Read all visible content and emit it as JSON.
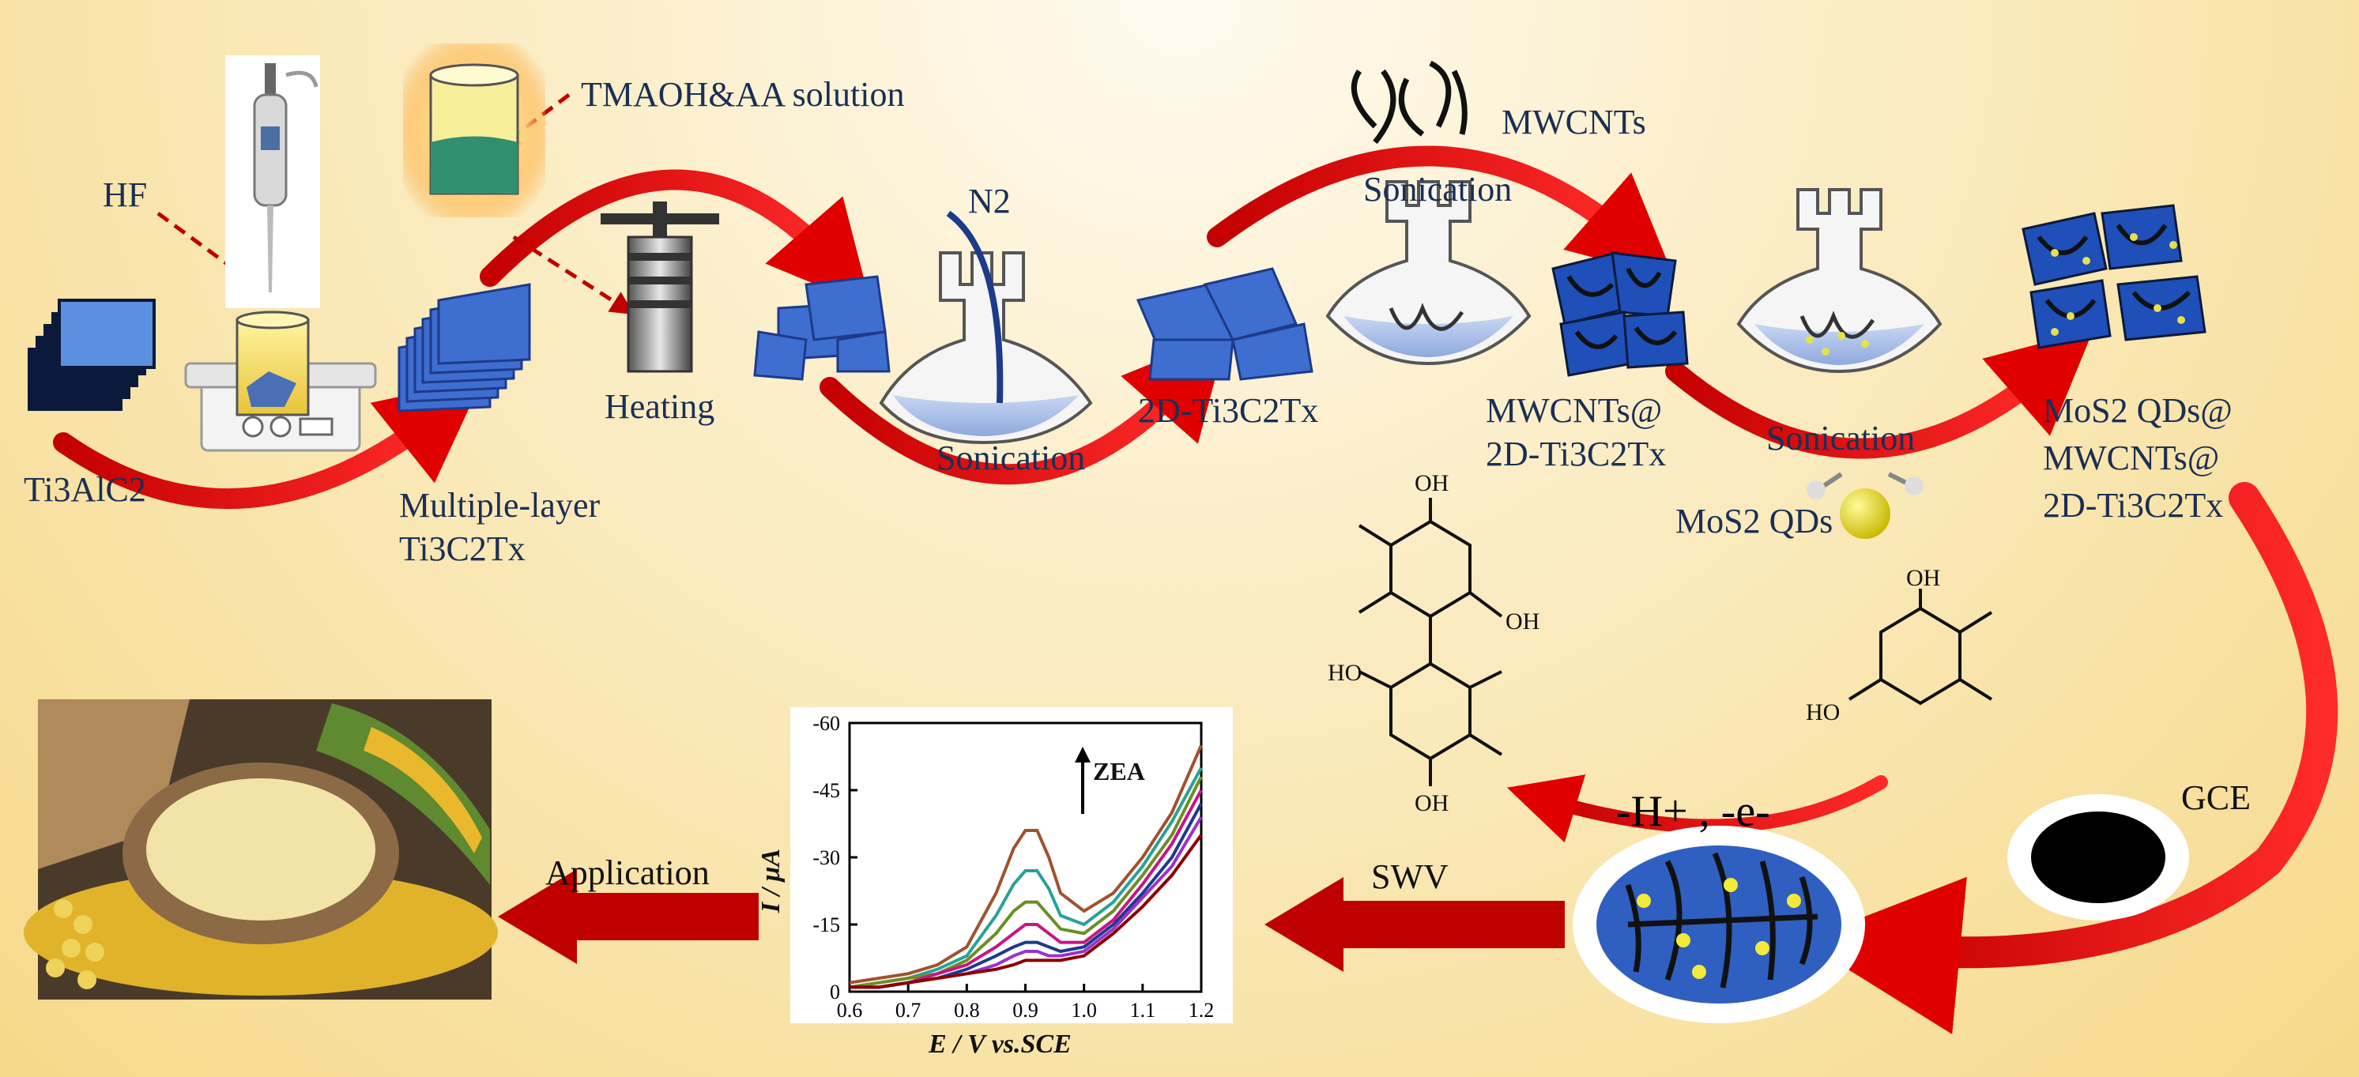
{
  "labels": {
    "hf": "HF",
    "tmaoh": "TMAOH&AA solution",
    "ti3alc2": "Ti3AlC2",
    "multilayer_line1": "Multiple-layer",
    "multilayer_line2": "Ti3C2Tx",
    "heating": "Heating",
    "n2": "N2",
    "sonication_1": "Sonication",
    "ti3c2tx_2d": "2D-Ti3C2Tx",
    "mwcnts": "MWCNTs",
    "sonication_2": "Sonication",
    "mwcnts_at_line1": "MWCNTs@",
    "mwcnts_at_line2": "2D-Ti3C2Tx",
    "sonication_3": "Sonication",
    "mos2_qds": "MoS2 QDs",
    "mos2_at_line1": "MoS2 QDs@",
    "mos2_at_line2": "MWCNTs@",
    "mos2_at_line3": "2D-Ti3C2Tx",
    "gce": "GCE",
    "swv": "SWV",
    "application": "Application",
    "reaction": "-H+ , -e-",
    "oh1": "OH",
    "oh2": "OH",
    "oh3": "HO",
    "oh4": "OH",
    "oh5": "OH",
    "oh6": "HO"
  },
  "chart_data": {
    "type": "line",
    "xlabel": "E / V vs.SCE",
    "ylabel": "I / μA",
    "xlim": [
      0.6,
      1.2
    ],
    "ylim": [
      0,
      -60
    ],
    "xticks": [
      "0.6",
      "0.7",
      "0.8",
      "0.9",
      "1.0",
      "1.1",
      "1.2"
    ],
    "yticks": [
      "-60",
      "-45",
      "-30",
      "-15",
      "0"
    ],
    "annotation": "ZEA",
    "x": [
      0.6,
      0.65,
      0.7,
      0.75,
      0.8,
      0.85,
      0.88,
      0.9,
      0.92,
      0.94,
      0.96,
      1.0,
      1.05,
      1.1,
      1.15,
      1.2
    ],
    "series": [
      {
        "color": "#a0522d",
        "values": [
          -2,
          -3,
          -4,
          -6,
          -10,
          -22,
          -32,
          -36,
          -36,
          -30,
          -22,
          -18,
          -22,
          -30,
          -40,
          -55
        ]
      },
      {
        "color": "#2aa198",
        "values": [
          -1,
          -2,
          -3,
          -5,
          -8,
          -17,
          -24,
          -27,
          -27,
          -23,
          -17,
          -15,
          -20,
          -28,
          -38,
          -50
        ]
      },
      {
        "color": "#6b8e23",
        "values": [
          -1,
          -2,
          -3,
          -4,
          -7,
          -13,
          -18,
          -20,
          -20,
          -17,
          -14,
          -13,
          -18,
          -26,
          -35,
          -48
        ]
      },
      {
        "color": "#c71585",
        "values": [
          -1,
          -1,
          -2,
          -4,
          -6,
          -10,
          -13,
          -15,
          -15,
          -13,
          -11,
          -11,
          -16,
          -24,
          -33,
          -45
        ]
      },
      {
        "color": "#1e3a8a",
        "values": [
          -1,
          -1,
          -2,
          -3,
          -5,
          -8,
          -10,
          -11,
          -11,
          -10,
          -9,
          -10,
          -15,
          -22,
          -30,
          -42
        ]
      },
      {
        "color": "#9932cc",
        "values": [
          -1,
          -1,
          -2,
          -3,
          -4,
          -6,
          -8,
          -9,
          -9,
          -8,
          -8,
          -9,
          -14,
          -21,
          -28,
          -39
        ]
      },
      {
        "color": "#8b0000",
        "values": [
          -1,
          -1,
          -2,
          -3,
          -4,
          -5,
          -6,
          -7,
          -7,
          -7,
          -7,
          -8,
          -13,
          -19,
          -26,
          -35
        ]
      }
    ]
  }
}
